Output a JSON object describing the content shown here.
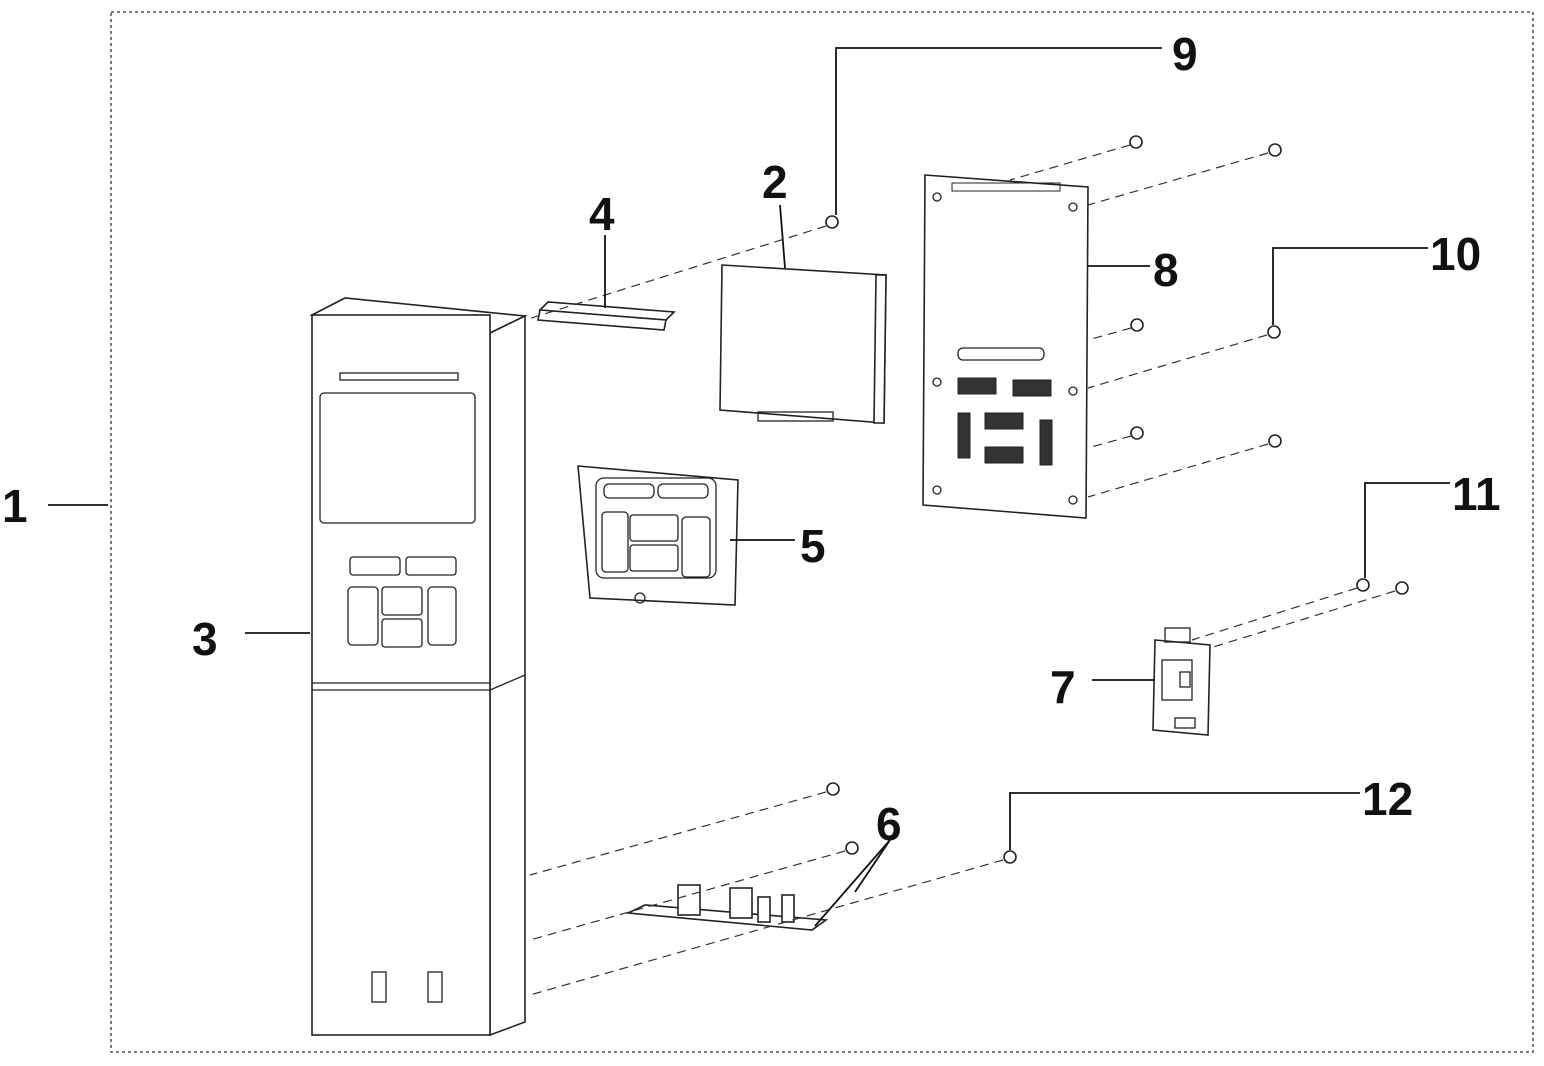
{
  "diagram": {
    "type": "exploded-parts-view",
    "callouts": [
      {
        "number": "1"
      },
      {
        "number": "2"
      },
      {
        "number": "3"
      },
      {
        "number": "4"
      },
      {
        "number": "5"
      },
      {
        "number": "6"
      },
      {
        "number": "7"
      },
      {
        "number": "8"
      },
      {
        "number": "9"
      },
      {
        "number": "10"
      },
      {
        "number": "11"
      },
      {
        "number": "12"
      }
    ]
  }
}
